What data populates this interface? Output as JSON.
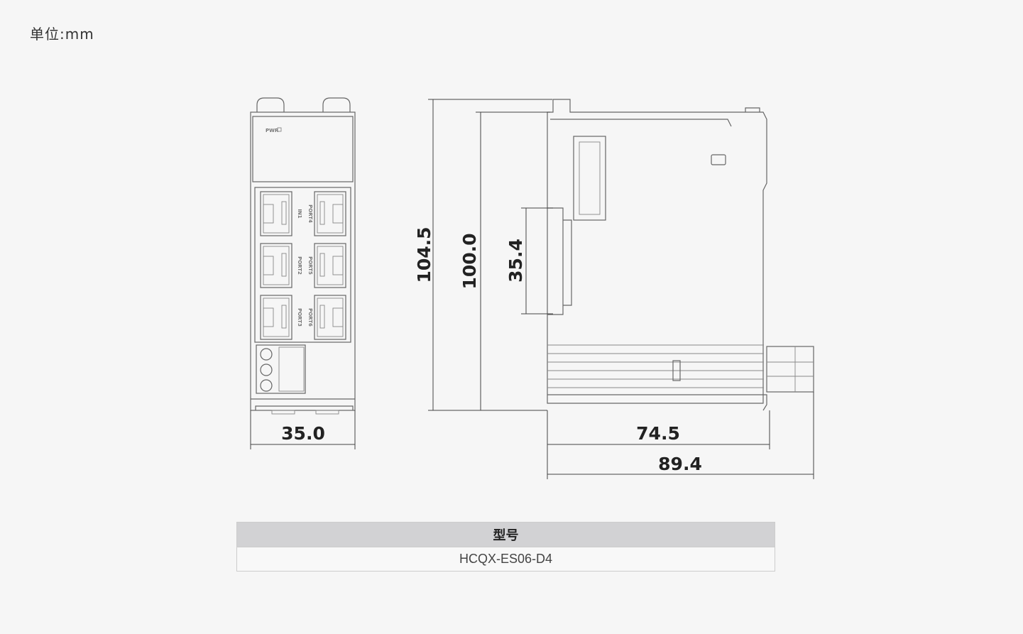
{
  "unit_label": "单位:mm",
  "front_view": {
    "pwr_label": "PWR",
    "port_labels": [
      "IN1",
      "PORT2",
      "PORT3",
      "PORT4",
      "PORT5",
      "PORT6"
    ],
    "width_dim": "35.0"
  },
  "side_view": {
    "overall_height_dim": "104.5",
    "body_height_dim": "100.0",
    "connector_height_dim": "35.4",
    "body_depth_dim": "74.5",
    "overall_depth_dim": "89.4"
  },
  "model_table": {
    "header": "型号",
    "value": "HCQX-ES06-D4"
  }
}
